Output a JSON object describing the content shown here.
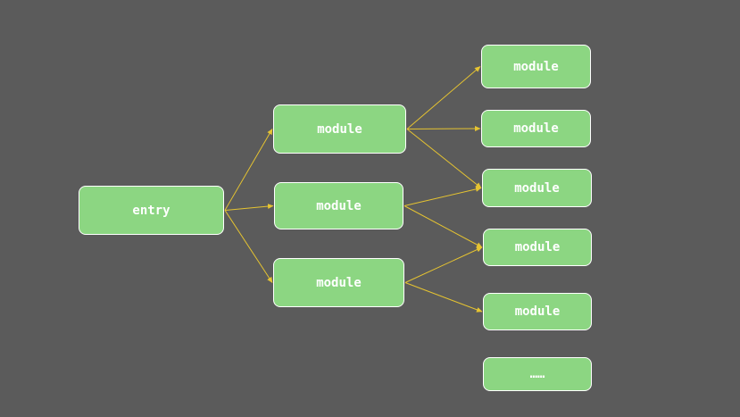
{
  "colors": {
    "background": "#5b5b5b",
    "node_fill": "#8cd682",
    "node_border": "#ffffff",
    "node_text": "#ffffff",
    "edge": "#e6c431"
  },
  "nodes": {
    "entry": "entry",
    "level1": [
      "module",
      "module",
      "module"
    ],
    "level2": [
      "module",
      "module",
      "module",
      "module",
      "module",
      "……"
    ]
  },
  "edges": [
    {
      "from": "entry",
      "to": "level1.0"
    },
    {
      "from": "entry",
      "to": "level1.1"
    },
    {
      "from": "entry",
      "to": "level1.2"
    },
    {
      "from": "level1.0",
      "to": "level2.0"
    },
    {
      "from": "level1.0",
      "to": "level2.1"
    },
    {
      "from": "level1.0",
      "to": "level2.2"
    },
    {
      "from": "level1.1",
      "to": "level2.2"
    },
    {
      "from": "level1.1",
      "to": "level2.3"
    },
    {
      "from": "level1.2",
      "to": "level2.3"
    },
    {
      "from": "level1.2",
      "to": "level2.4"
    }
  ]
}
